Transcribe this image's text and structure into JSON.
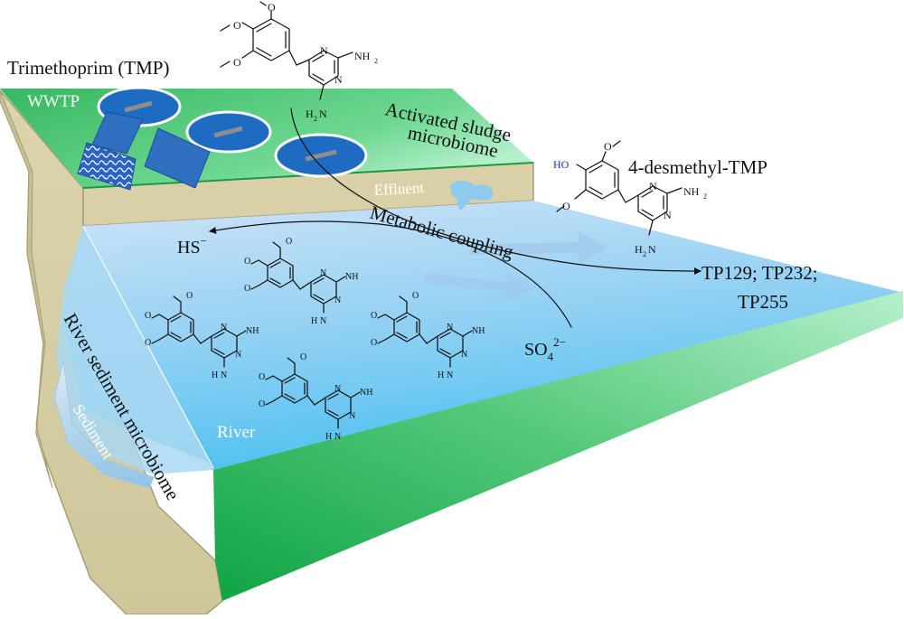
{
  "labels": {
    "tmp_title": "Trimethoprim (TMP)",
    "wwtp": "WWTP",
    "activated_sludge_line1": "Activated sludge",
    "activated_sludge_line2": "microbiome",
    "effluent": "Effluent",
    "desmethyl": "4-desmethyl-TMP",
    "metabolic_coupling": "Metabolic coupling",
    "hs": "HS",
    "hs_sup": "−",
    "tp_line1": "TP129; TP232;",
    "tp_line2": "TP255",
    "so4": "SO",
    "so4_sub": "4",
    "so4_sup": "2−",
    "river": "River",
    "sediment": "Sediment",
    "river_sediment_microbiome": "River sediment microbiome"
  },
  "molecule": {
    "O": "O",
    "N": "N",
    "NH": "NH",
    "H2N": "H",
    "sub2": "2",
    "HO": "HO"
  },
  "colors": {
    "grass_light": "#a8ecc0",
    "grass_dark": "#16b04a",
    "water_top": "#c3dcf5",
    "water_bottom": "#5cc4f0",
    "soil": "#d7cfa6",
    "soil_edge": "#a69d75",
    "tank_blue": "#1d6cc2",
    "panel_blue": "#2f6fc0",
    "hydroxyl_blue": "#1030c0"
  }
}
